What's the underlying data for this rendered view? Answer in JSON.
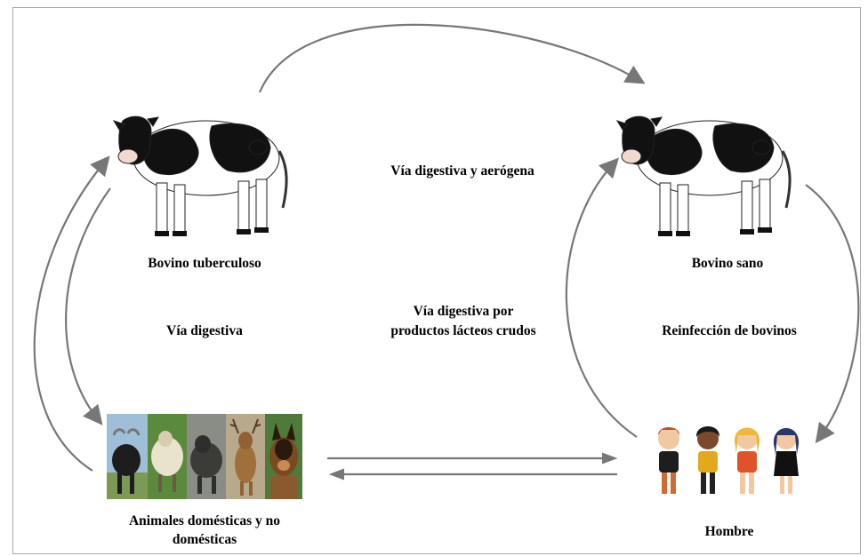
{
  "nodes": {
    "bovino_tuberculoso": "Bovino tuberculoso",
    "bovino_sano": "Bovino sano",
    "animales_line1": "Animales domésticas y no",
    "animales_line2": "domésticas",
    "hombre": "Hombre"
  },
  "edges": {
    "via_digestiva_aerogena": "Vía digestiva y aerógena",
    "via_digestiva": "Vía digestiva",
    "via_lacteos_line1": "Vía digestiva por",
    "via_lacteos_line2": "productos lácteos crudos",
    "reinfeccion": "Reinfección de bovinos"
  },
  "colors": {
    "arrow": "#777777",
    "border": "#a8a8a8",
    "cow_black": "#111111",
    "cow_white": "#ffffff"
  },
  "icons": [
    "cow-tuberculosa",
    "cow-sana",
    "animal-buffalo",
    "animal-sheep",
    "animal-boar",
    "animal-deer",
    "animal-dog",
    "person-1",
    "person-2",
    "person-3",
    "person-4"
  ]
}
